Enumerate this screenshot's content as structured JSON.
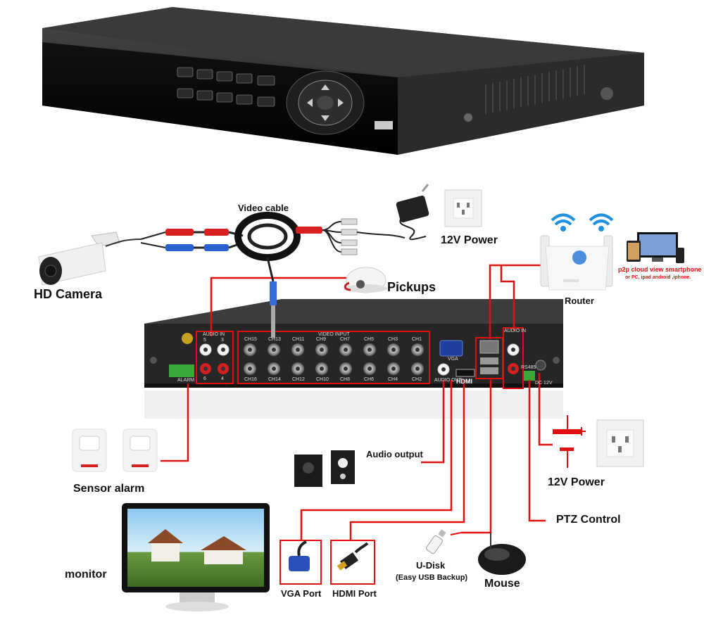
{
  "labels": {
    "video_cable": "Video cable",
    "power_top": "12V Power",
    "hd_camera": "HD Camera",
    "pickups": "Pickups",
    "router": "Router",
    "p2p_line1": "p2p cloud  view smartphone",
    "p2p_line2": "or PC, ipad android ,iphone.",
    "sensor_alarm": "Sensor alarm",
    "audio_output": "Audio output",
    "power_right": "12V Power",
    "ptz_control": "PTZ Control",
    "monitor": "monitor",
    "vga_port": "VGA Port",
    "hdmi_port": "HDMI Port",
    "udisk": "U-Disk",
    "udisk_sub": "(Easy USB Backup)",
    "mouse": "Mouse"
  },
  "panel": {
    "audio_in_left": "AUDIO IN",
    "audio_in_right": "AUDIO IN",
    "video_input": "VIDEO INPUT",
    "channels_top": [
      "CH15",
      "CH13",
      "CH11",
      "CH9",
      "CH7",
      "CH5",
      "CH3",
      "CH1"
    ],
    "channels_bottom": [
      "CH16",
      "CH14",
      "CH12",
      "CH10",
      "CH8",
      "CH6",
      "CH4",
      "CH2"
    ],
    "audio_nums_top": [
      "5",
      "3"
    ],
    "audio_nums_bottom": [
      "6",
      "4"
    ],
    "vga": "VGA",
    "audio_out": "AUDIO OUT",
    "hdmi_logo": "HDMI",
    "alarm": "ALARM",
    "dc": "DC 12V",
    "rs485": "RS485"
  },
  "colors": {
    "wire": "#e01010",
    "panel": "#2e2e2e",
    "case": "#262626"
  },
  "icons": [
    "dvr-front-unit",
    "camera-icon",
    "video-cable-icon",
    "power-adapter-icon",
    "wall-socket-icon",
    "microphone-icon",
    "router-icon",
    "wifi-icon",
    "devices-icon",
    "sensor-icon",
    "speaker-icon",
    "battery-symbol-icon",
    "monitor-icon",
    "vga-connector-icon",
    "hdmi-connector-icon",
    "usb-disk-icon",
    "mouse-icon"
  ]
}
